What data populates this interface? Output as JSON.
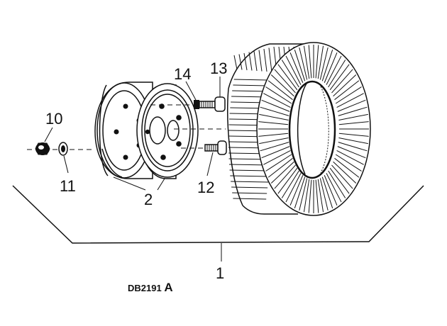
{
  "callouts": [
    {
      "id": "10",
      "label": "10"
    },
    {
      "id": "11",
      "label": "11"
    },
    {
      "id": "2",
      "label": "2"
    },
    {
      "id": "14",
      "label": "14"
    },
    {
      "id": "13",
      "label": "13"
    },
    {
      "id": "12",
      "label": "12"
    },
    {
      "id": "1",
      "label": "1"
    }
  ],
  "drawing_code": {
    "main": "DB2191 ",
    "suffix": "A"
  },
  "colors": {
    "ink": "#111111",
    "paper": "#ffffff"
  },
  "parts": [
    "lug-nut",
    "washer",
    "rim-half-inner",
    "rim-half-outer",
    "bolt-upper",
    "bolt-lower",
    "tire"
  ]
}
